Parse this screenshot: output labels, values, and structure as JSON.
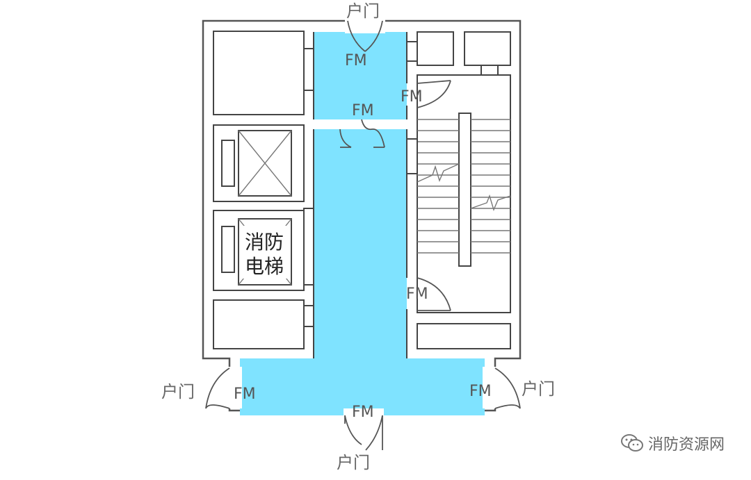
{
  "diagram": {
    "door_labels": {
      "fire_door": "FM",
      "unit_door": "户门"
    },
    "elevator_label_line1": "消防",
    "elevator_label_line2": "电梯",
    "colors": {
      "lobby": "#7fe3ff",
      "walls": "#555555"
    }
  },
  "watermark": {
    "icon": "wechat-icon",
    "text": "消防资源网"
  }
}
